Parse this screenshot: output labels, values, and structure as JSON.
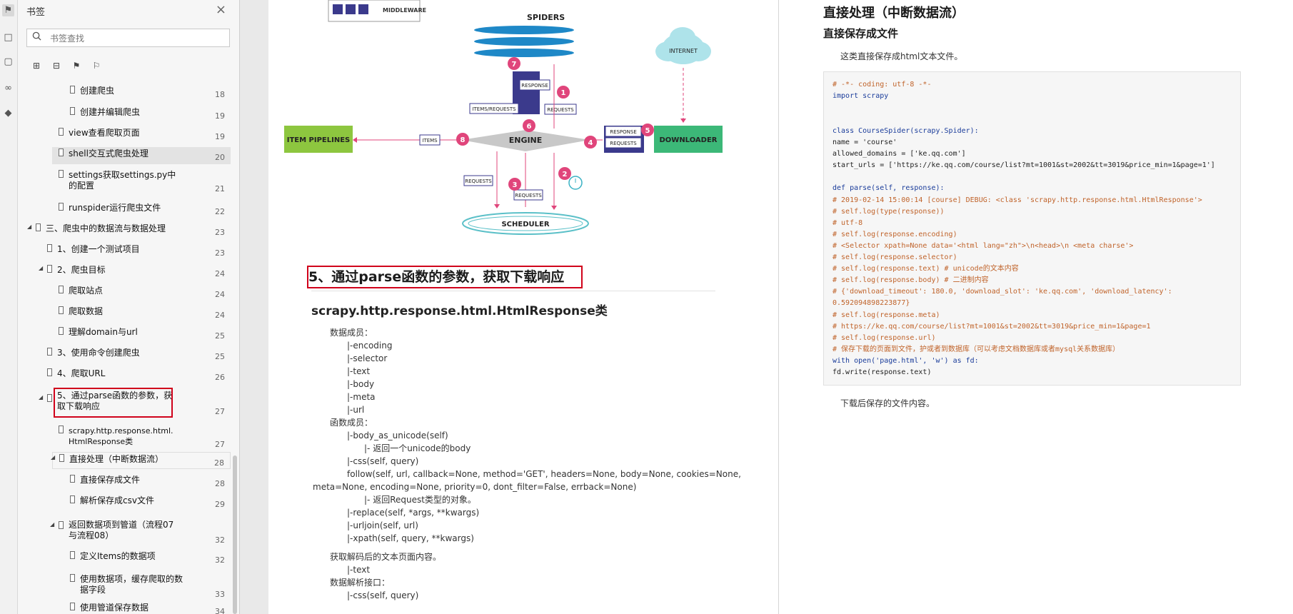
{
  "sidebar": {
    "title": "书签",
    "search_placeholder": "书签查找",
    "items": [
      {
        "label": "创建爬虫",
        "page": "18"
      },
      {
        "label": "创建并编辑爬虫",
        "page": "19"
      },
      {
        "label": "view查看爬取页面",
        "page": "19"
      },
      {
        "label": "shell交互式爬虫处理",
        "page": "20"
      },
      {
        "label": "settings获取settings.py中的配置",
        "page": "21"
      },
      {
        "label": "runspider运行爬虫文件",
        "page": "22"
      },
      {
        "label": "三、爬虫中的数据流与数据处理",
        "page": "23"
      },
      {
        "label": "1、创建一个测试项目",
        "page": "23"
      },
      {
        "label": "2、爬虫目标",
        "page": "24"
      },
      {
        "label": "爬取站点",
        "page": "24"
      },
      {
        "label": "爬取数据",
        "page": "24"
      },
      {
        "label": "理解domain与url",
        "page": "25"
      },
      {
        "label": "3、使用命令创建爬虫",
        "page": "25"
      },
      {
        "label": "4、爬取URL",
        "page": "26"
      },
      {
        "label": "5、通过parse函数的参数，获取下载响应",
        "page": "27"
      },
      {
        "label": "scrapy.http.response.html.HtmlResponse类",
        "page": "27"
      },
      {
        "label": "直接处理（中断数据流）",
        "page": "28"
      },
      {
        "label": "直接保存成文件",
        "page": "28"
      },
      {
        "label": "解析保存成csv文件",
        "page": "29"
      },
      {
        "label": "返回数据项到管道（流程07与流程08）",
        "page": "32"
      },
      {
        "label": "定义Items的数据项",
        "page": "32"
      },
      {
        "label": "使用数据项，缓存爬取的数据字段",
        "page": "33"
      },
      {
        "label": "使用管道保存数据",
        "page": "34"
      }
    ]
  },
  "diagram": {
    "middleware": "MIDDLEWARE",
    "spiders": "SPIDERS",
    "internet": "INTERNET",
    "engine": "ENGINE",
    "scheduler": "SCHEDULER",
    "downloader": "DOWNLOADER",
    "item_pipelines": "ITEM PIPELINES",
    "response": "RESPONSE",
    "requests": "REQUESTS",
    "items": "ITEMS",
    "items_requests": "ITEMS/REQUESTS",
    "steps": [
      "1",
      "2",
      "3",
      "4",
      "5",
      "6",
      "7",
      "8"
    ]
  },
  "page_left": {
    "heading": "5、通过parse函数的参数，获取下载响应",
    "class_heading": "scrapy.http.response.html.HtmlResponse类",
    "lines": [
      "数据成员：",
      "|-encoding",
      "|-selector",
      "|-text",
      "|-body",
      "|-meta",
      "|-url",
      "函数成员：",
      "|-body_as_unicode(self)",
      "|- 返回一个unicode的body",
      "|-css(self, query)",
      "follow(self, url, callback=None, method='GET', headers=None, body=None, cookies=None,",
      "meta=None, encoding=None, priority=0, dont_filter=False, errback=None)",
      "|- 返回Request类型的对象。",
      "|-replace(self, *args, **kwargs)",
      "|-urljoin(self, url)",
      "|-xpath(self, query, **kwargs)",
      "获取解码后的文本页面内容。",
      "|-text",
      "数据解析接口：",
      "|-css(self, query)"
    ]
  },
  "page_right": {
    "h1": "直接处理（中断数据流）",
    "h2": "直接保存成文件",
    "intro": "这类直接保存成html文本文件。",
    "outro": "下载后保存的文件内容。",
    "code": [
      "# -*- coding: utf-8 -*-",
      "import scrapy",
      "",
      "",
      "class CourseSpider(scrapy.Spider):",
      "    name = 'course'",
      "    allowed_domains = ['ke.qq.com']",
      "    start_urls = ['https://ke.qq.com/course/list?mt=1001&st=2002&tt=3019&price_min=1&page=1']",
      "",
      "    def parse(self, response):",
      "        # 2019-02-14 15:00:14 [course] DEBUG: <class 'scrapy.http.response.html.HtmlResponse'>",
      "        # self.log(type(response))",
      "        # utf-8",
      "        # self.log(response.encoding)",
      "        # <Selector xpath=None data='<html lang=\"zh\">\\n<head>\\n    <meta charse'>",
      "        # self.log(response.selector)",
      "        # self.log(response.text)   # unicode的文本内容",
      "        # self.log(response.body)     # 二进制内容",
      "        #  {'download_timeout': 180.0, 'download_slot': 'ke.qq.com', 'download_latency':",
      "0.592094898223877}",
      "        # self.log(response.meta)",
      "        # https://ke.qq.com/course/list?mt=1001&st=2002&tt=3019&price_min=1&page=1",
      "        # self.log(response.url)",
      "        # 保存下载的页面到文件，护或者到数据库（可以考虑文档数据库或者mysql关系数据库）",
      "        with open('page.html', 'w') as fd:",
      "            fd.write(response.text)"
    ]
  }
}
